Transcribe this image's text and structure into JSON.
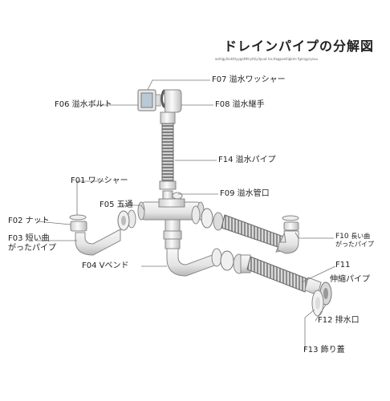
{
  "title": "ドレインパイプの分解図",
  "subtitle": "aeitigyhiokhtyygotHtryhtiyilyuut lar,Hagpoeitigkmi fgnngyrysuu",
  "parts": {
    "f07": {
      "code": "F07",
      "name": "溢水ワッシャー"
    },
    "f06": {
      "code": "F06",
      "name": "溢水ボルト"
    },
    "f08": {
      "code": "F08",
      "name": "溢水継手"
    },
    "f14": {
      "code": "F14",
      "name": "溢水パイプ"
    },
    "f01": {
      "code": "F01",
      "name": "ワッシャー"
    },
    "f09": {
      "code": "F09",
      "name": "溢水管口"
    },
    "f05": {
      "code": "F05",
      "name": "五通"
    },
    "f02": {
      "code": "F02",
      "name": "ナット"
    },
    "f03": {
      "code": "F03",
      "name": "短い曲",
      "name2": "がったパイプ"
    },
    "f10": {
      "code": "F10",
      "name": "長い曲",
      "name2": "がったパイプ"
    },
    "f04": {
      "code": "F04",
      "name": "Vベンド"
    },
    "f11": {
      "code": "F11",
      "name": "伸縮パイプ"
    },
    "f12": {
      "code": "F12",
      "name": "排水口"
    },
    "f13": {
      "code": "F13",
      "name": "飾り蓋"
    }
  },
  "colors": {
    "pipe": "#eeeeee",
    "pipe_edge": "#9a9a9a",
    "leader": "#777777",
    "text": "#222222"
  }
}
